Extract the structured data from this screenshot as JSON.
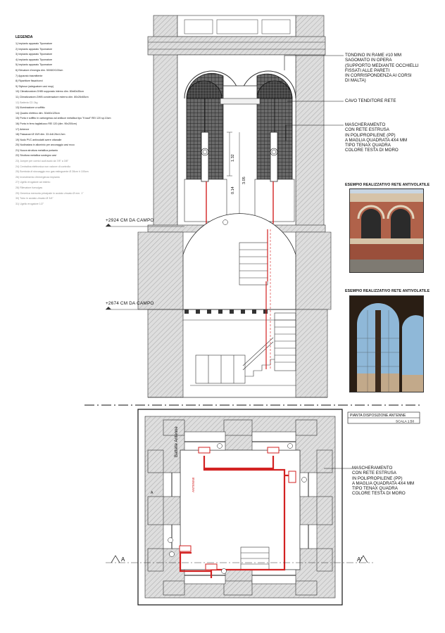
{
  "legend": {
    "title": "LEGENDA",
    "items": [
      {
        "text": "1) Impianto apparato Tipomatore",
        "muted": false
      },
      {
        "text": "2) Impianto apparato Tipomatore",
        "muted": false
      },
      {
        "text": "3) Impianto apparato Tipomatore",
        "muted": false
      },
      {
        "text": "4) Impianto apparato Tipomatore",
        "muted": false
      },
      {
        "text": "5) Impianto apparato Tipomatore",
        "muted": false
      },
      {
        "text": "6) Elevatore d'energia dim. 50X60X100cm",
        "muted": false
      },
      {
        "text": "7) Apparato trasmittente",
        "muted": false
      },
      {
        "text": "8) Ripartitore fissa/ricevi",
        "muted": false
      },
      {
        "text": "9) Stylosur (adeguatore cavi mop)",
        "muted": false
      },
      {
        "text": "10) Climatizzatore-GHIB sopporato interno dim. 80x60x35cm",
        "muted": false
      },
      {
        "text": "11) Climatizzatore-GHIB condensatore esterno dim. 80x26x65cm",
        "muted": false
      },
      {
        "text": "12) Batteria CD 2kg",
        "muted": true
      },
      {
        "text": "13) Illuminazione a soffitto",
        "muted": false
      },
      {
        "text": "14) Quadro elettrico dim. 30x60x125cm",
        "muted": false
      },
      {
        "text": "15) Porta e soffitto in cartongesso ad antiluce metallica tipo \"Knauf\" REI 120 sp.10cm",
        "muted": false
      },
      {
        "text": "16) Porta in ferro tagliafuoco REI 120 (dim. 90x200cm)",
        "muted": false
      },
      {
        "text": "17) Antenne",
        "muted": false
      },
      {
        "text": "18) Passacavi Ø 15/9 dim. 33.4x8.26x4.2cm",
        "muted": false
      },
      {
        "text": "19) Nodo PVC antinodatti avere ottanalle",
        "muted": false
      },
      {
        "text": "20) Nodinatara in alluminio per ancoraggio cavi ecco",
        "muted": false
      },
      {
        "text": "21) Nuova struttura metallica portanto",
        "muted": false
      },
      {
        "text": "22) Struttura metallica sostegno cavi",
        "muted": false
      },
      {
        "text": "23) Jumper per cornici audi audo da 7/8\" a 3/8\"",
        "muted": true
      },
      {
        "text": "24) Centralina elettronica non valvore di controllo",
        "muted": true
      },
      {
        "text": "25) Bombola di stoccaggio ecc gas estinguente Ø 28cm h 100cm",
        "muted": true
      },
      {
        "text": "26) Investimento d'emergenza impianto",
        "muted": true
      },
      {
        "text": "27) Ugello erogatore ad estinto",
        "muted": true
      },
      {
        "text": "28) Rilevatore fumo/gas",
        "muted": true
      },
      {
        "text": "29) Generica memoria principale in acciaio zincato Ø mm. 1\"",
        "muted": true
      },
      {
        "text": "30) Tubo in acciaio zincato Ø 3/4\"",
        "muted": true
      },
      {
        "text": "31) Ugello erogatore 1/2\"",
        "muted": true
      }
    ]
  },
  "notes": {
    "tondino": [
      "TONDINO IN RAME #10 mm",
      "SAGOMATO IN OPERA",
      "(SUPPORTO MEDIANTE OCCHIELLI",
      "FISSATI ALLE PARETI",
      "IN CORRISPONDENZA AI CORSI",
      "DI MALTA)"
    ],
    "cavo": [
      "CAVO TENDITORE RETE"
    ],
    "masch1": [
      "MASCHERAMENTO",
      "CON RETE ESTRUSA",
      "IN POLIPROPILENE (PP)",
      "A MAGLIA QUADRATA 4x4 mm",
      "TIPO TENAX QUADRA",
      "COLORE TESTA DI MORO"
    ],
    "masch2": [
      "MASCHERAMENTO",
      "CON RETE ESTRUSA",
      "IN POLIPROPILENE (PP)",
      "A MAGLIA QUADRATA 4x4 mm",
      "TIPO TENAX QUADRA",
      "COLORE TESTA DI MORO"
    ]
  },
  "photos": {
    "photo1_title": "ESEMPIO REALIZZATIVO RETE ANTIVOLATILE",
    "photo2_title": "ESEMPIO REALIZZATIVO RETE ANTIVOLATILE"
  },
  "levels": {
    "upper": "+2924 CM DA CAMPO",
    "lower": "+2674 CM DA CAMPO"
  },
  "dims": {
    "d1": "1.32",
    "d2": "0.14",
    "d3": "3.05"
  },
  "plan": {
    "title": "PIANTA DISPOSIZIONE ANTENNE",
    "scale": "SCALA 1:50",
    "section_left": "A",
    "section_right": "A'",
    "antenna_label": "ANTENNE",
    "bells_label": "Battelle Antenne"
  },
  "colors": {
    "red": "#d32222",
    "stone": "#d8d8d8",
    "line": "#222222",
    "brick": "#a0503a"
  }
}
